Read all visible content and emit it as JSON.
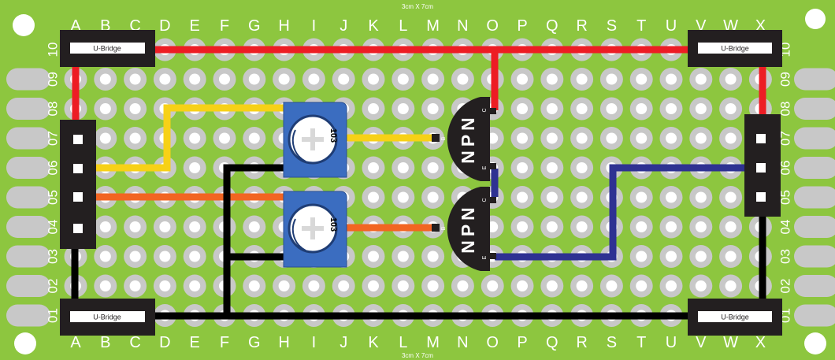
{
  "board": {
    "size_label": "3cm X 7cm",
    "columns": [
      "A",
      "B",
      "C",
      "D",
      "E",
      "F",
      "G",
      "H",
      "I",
      "J",
      "K",
      "L",
      "M",
      "N",
      "O",
      "P",
      "Q",
      "R",
      "S",
      "T",
      "U",
      "V",
      "W",
      "X"
    ],
    "rows": [
      "10",
      "09",
      "08",
      "07",
      "06",
      "05",
      "04",
      "03",
      "02",
      "01"
    ],
    "colors": {
      "board": "#8dc63f",
      "hole": "#ffffff",
      "ring": "#c8c8c8",
      "red": "#ed1c24",
      "yellow": "#f7d117",
      "orange": "#f26522",
      "black": "#000000",
      "blue": "#2e3192",
      "pot": "#3b6dc0"
    }
  },
  "components": {
    "bridge_label": "U-Bridge",
    "pot_value": "103",
    "transistor_label": "NPN",
    "pins": {
      "c": "C",
      "b": "B",
      "e": "E"
    }
  }
}
